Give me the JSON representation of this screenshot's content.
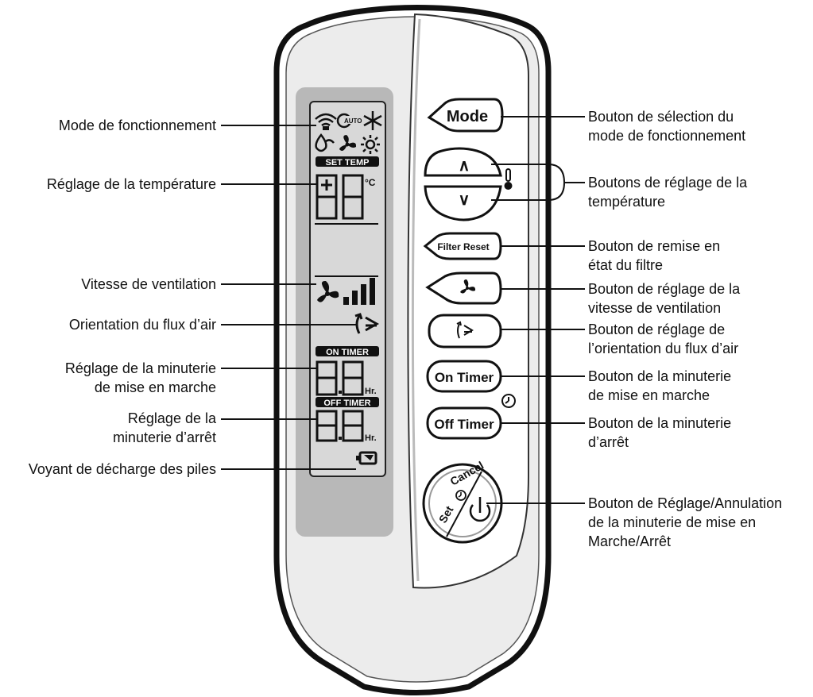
{
  "labels_left": {
    "mode": "Mode de fonctionnement",
    "temp": "Réglage de la température",
    "fan": "Vitesse de ventilation",
    "airflow": "Orientation du flux d’air",
    "on_timer_1": "Réglage de la minuterie",
    "on_timer_2": "de mise en marche",
    "off_timer_1": "Réglage de la",
    "off_timer_2": "minuterie d’arrêt",
    "battery": "Voyant de décharge des piles"
  },
  "labels_right": {
    "mode_1": "Bouton de sélection du",
    "mode_2": "mode de fonctionnement",
    "temp_1": "Boutons de réglage de la",
    "temp_2": "température",
    "filter_1": "Bouton de remise en",
    "filter_2": "état du filtre",
    "fan_1": "Bouton de réglage de la",
    "fan_2": "vitesse de ventilation",
    "airflow_1": "Bouton de réglage de",
    "airflow_2": "l’orientation du flux d’air",
    "on_timer_1": "Bouton de la minuterie",
    "on_timer_2": "de mise en marche",
    "off_timer_1": "Bouton de la minuterie",
    "off_timer_2": "d’arrêt",
    "setcancel_1": "Bouton de Réglage/Annulation",
    "setcancel_2": "de la minuterie de mise en",
    "setcancel_3": "Marche/Arrêt"
  },
  "display": {
    "set_temp": "SET TEMP",
    "unit_celsius": "°C",
    "on_timer": "ON TIMER",
    "off_timer": "OFF TIMER",
    "hours": "Hr.",
    "auto": "AUTO"
  },
  "buttons": {
    "mode": "Mode",
    "up": "∧",
    "down": "∨",
    "filter_reset": "Filter Reset",
    "on_timer": "On Timer",
    "off_timer": "Off Timer",
    "set": "Set",
    "cancel": "Cancel"
  },
  "colors": {
    "body": "#ececec",
    "outline": "#111111",
    "lcd_panel": "#b8b8b8",
    "lcd_screen": "#d8d8d8",
    "button": "#ffffff"
  }
}
